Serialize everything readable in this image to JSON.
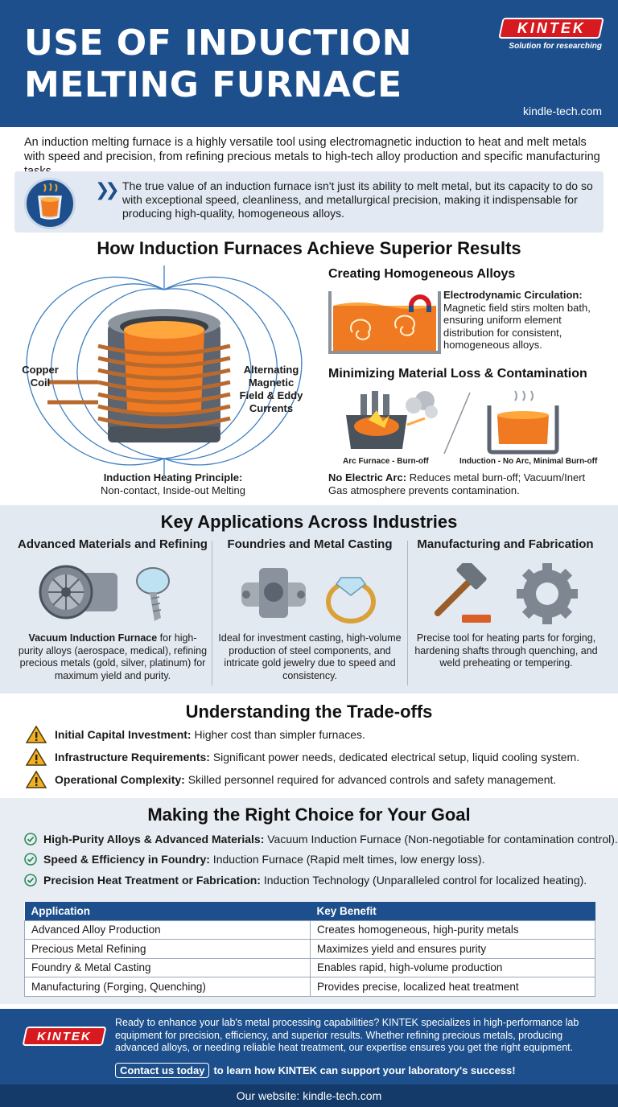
{
  "header": {
    "title_line1": "USE OF INDUCTION",
    "title_line2": "MELTING FURNACE",
    "logo": "KINTEK",
    "tagline": "Solution for researching",
    "website": "kindle-tech.com"
  },
  "intro": "An induction melting furnace is a highly versatile tool using electromagnetic induction to heat and melt metals with speed and precision, from refining precious metals to high-tech alloy production and specific manufacturing tasks.",
  "callout": {
    "icon": "crucible-icon",
    "text": "The true value of an induction furnace isn't just its ability to melt metal, but its capacity to do so with exceptional speed, cleanliness, and metallurgical precision, making it indispensable for producing high-quality, homogeneous alloys."
  },
  "how": {
    "heading": "How Induction Furnaces Achieve Superior Results",
    "copper_coil": "Copper Coil",
    "field_label": "Alternating Magnetic Field & Eddy Currents",
    "principle_title": "Induction Heating Principle:",
    "principle_text": "Non-contact, Inside-out Melting",
    "homog_title": "Creating Homogeneous Alloys",
    "electro_title": "Electrodynamic Circulation:",
    "electro_text": "Magnetic field stirs molten bath, ensuring uniform element distribution for consistent, homogeneous alloys.",
    "loss_title": "Minimizing Material Loss & Contamination",
    "arc_label": "Arc Furnace - Burn-off",
    "induction_label": "Induction - No Arc, Minimal Burn-off",
    "no_arc_title": "No Electric Arc:",
    "no_arc_text": "Reduces metal burn-off; Vacuum/Inert Gas atmosphere prevents contamination."
  },
  "applications": {
    "heading": "Key Applications Across Industries",
    "columns": [
      {
        "title": "Advanced Materials and Refining",
        "bold": "Vacuum Induction Furnace",
        "text": " for high-purity alloys (aerospace, medical), refining precious metals (gold, silver, platinum) for maximum yield and purity."
      },
      {
        "title": "Foundries and Metal Casting",
        "bold": "",
        "text": "Ideal for investment casting, high-volume production of steel components, and intricate gold jewelry due to speed and consistency."
      },
      {
        "title": "Manufacturing and Fabrication",
        "bold": "",
        "text": "Precise tool for heating parts for forging, hardening shafts through quenching, and weld preheating or tempering."
      }
    ]
  },
  "tradeoffs": {
    "heading": "Understanding the Trade-offs",
    "items": [
      {
        "label": "Initial Capital Investment:",
        "text": " Higher cost than simpler furnaces."
      },
      {
        "label": "Infrastructure Requirements:",
        "text": " Significant power needs, dedicated electrical setup, liquid cooling system."
      },
      {
        "label": "Operational Complexity:",
        "text": " Skilled personnel required for advanced controls and safety management."
      }
    ]
  },
  "choice": {
    "heading": "Making the Right Choice for Your Goal",
    "items": [
      {
        "label": "High-Purity Alloys & Advanced Materials:",
        "text": " Vacuum Induction Furnace (Non-negotiable for contamination control)."
      },
      {
        "label": "Speed & Efficiency in Foundry:",
        "text": " Induction Furnace (Rapid melt times, low energy loss)."
      },
      {
        "label": "Precision Heat Treatment or Fabrication:",
        "text": " Induction Technology (Unparalleled control for localized heating)."
      }
    ],
    "table": {
      "headers": [
        "Application",
        "Key Benefit"
      ],
      "rows": [
        [
          "Advanced Alloy Production",
          "Creates homogeneous, high-purity metals"
        ],
        [
          "Precious Metal Refining",
          "Maximizes yield and ensures purity"
        ],
        [
          "Foundry & Metal Casting",
          "Enables rapid, high-volume production"
        ],
        [
          "Manufacturing (Forging, Quenching)",
          "Provides precise, localized heat treatment"
        ]
      ]
    }
  },
  "footer": {
    "logo": "KINTEK",
    "text": "Ready to enhance your lab's metal processing capabilities? KINTEK specializes in high-performance lab equipment for precision, efficiency, and superior results. Whether refining precious metals, producing advanced alloys, or needing reliable heat treatment, our expertise ensures you get the right equipment.",
    "contact_button": "Contact us today",
    "contact_text": "to learn how KINTEK can support your laboratory's success!",
    "website": "Our website: kindle-tech.com"
  },
  "colors": {
    "primary": "#1d4f8c",
    "brand_red": "#d71920",
    "panel": "#e3e9f1",
    "molten": "#f07a22",
    "coil": "#b86a2e"
  }
}
